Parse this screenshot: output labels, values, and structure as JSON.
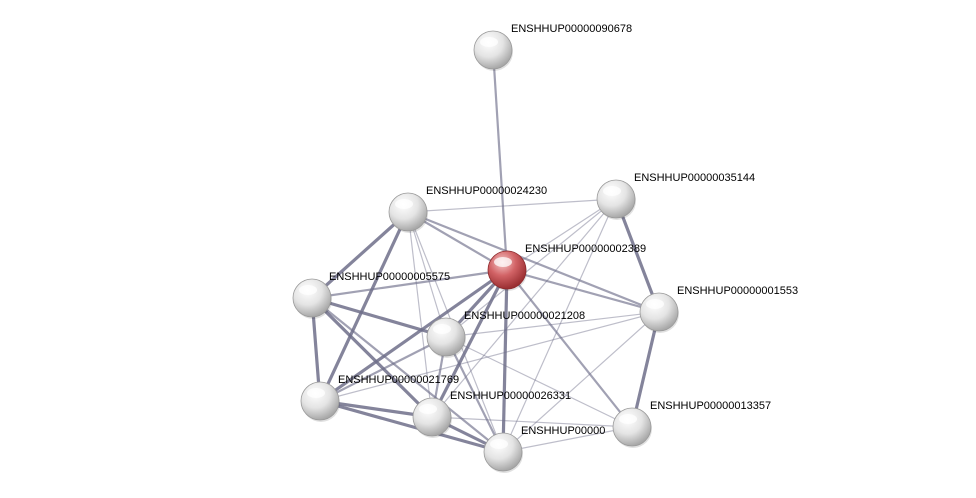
{
  "network": {
    "query_node": "ENSHHUP00000002389",
    "nodes": [
      {
        "id": "ENSHHUP00000090678",
        "label": "ENSHHUP00000090678",
        "query": false
      },
      {
        "id": "ENSHHUP00000024230",
        "label": "ENSHHUP00000024230",
        "query": false
      },
      {
        "id": "ENSHHUP00000035144",
        "label": "ENSHHUP00000035144",
        "query": false
      },
      {
        "id": "ENSHHUP00000002389",
        "label": "ENSHHUP00000002389",
        "query": true
      },
      {
        "id": "ENSHHUP00000005575",
        "label": "ENSHHUP00000005575",
        "query": false
      },
      {
        "id": "ENSHHUP00000001553",
        "label": "ENSHHUP00000001553",
        "query": false
      },
      {
        "id": "ENSHHUP00000021208",
        "label": "ENSHHUP00000021208",
        "query": false
      },
      {
        "id": "ENSHHUP00000021769",
        "label": "ENSHHUP00000021769",
        "query": false
      },
      {
        "id": "ENSHHUP00000026331",
        "label": "ENSHHUP00000026331",
        "query": false
      },
      {
        "id": "ENSHHUP00000013357",
        "label": "ENSHHUP00000013357",
        "query": false
      },
      {
        "id": "ENSHHUP00000XXXXX",
        "label": "ENSHHUP00000",
        "query": false
      }
    ],
    "edges": [
      {
        "source": "ENSHHUP00000090678",
        "target": "ENSHHUP00000002389",
        "strength": "medium"
      },
      {
        "source": "ENSHHUP00000024230",
        "target": "ENSHHUP00000035144",
        "strength": "weak"
      },
      {
        "source": "ENSHHUP00000024230",
        "target": "ENSHHUP00000002389",
        "strength": "medium"
      },
      {
        "source": "ENSHHUP00000024230",
        "target": "ENSHHUP00000005575",
        "strength": "strong"
      },
      {
        "source": "ENSHHUP00000024230",
        "target": "ENSHHUP00000001553",
        "strength": "medium"
      },
      {
        "source": "ENSHHUP00000024230",
        "target": "ENSHHUP00000021208",
        "strength": "weak"
      },
      {
        "source": "ENSHHUP00000024230",
        "target": "ENSHHUP00000021769",
        "strength": "strong"
      },
      {
        "source": "ENSHHUP00000024230",
        "target": "ENSHHUP00000026331",
        "strength": "weak"
      },
      {
        "source": "ENSHHUP00000024230",
        "target": "ENSHHUP00000XXXXX",
        "strength": "weak"
      },
      {
        "source": "ENSHHUP00000035144",
        "target": "ENSHHUP00000002389",
        "strength": "weak"
      },
      {
        "source": "ENSHHUP00000035144",
        "target": "ENSHHUP00000001553",
        "strength": "strong"
      },
      {
        "source": "ENSHHUP00000035144",
        "target": "ENSHHUP00000021208",
        "strength": "weak"
      },
      {
        "source": "ENSHHUP00000035144",
        "target": "ENSHHUP00000026331",
        "strength": "weak"
      },
      {
        "source": "ENSHHUP00000035144",
        "target": "ENSHHUP00000XXXXX",
        "strength": "weak"
      },
      {
        "source": "ENSHHUP00000002389",
        "target": "ENSHHUP00000005575",
        "strength": "medium"
      },
      {
        "source": "ENSHHUP00000002389",
        "target": "ENSHHUP00000001553",
        "strength": "medium"
      },
      {
        "source": "ENSHHUP00000002389",
        "target": "ENSHHUP00000021208",
        "strength": "strong"
      },
      {
        "source": "ENSHHUP00000002389",
        "target": "ENSHHUP00000021769",
        "strength": "strong"
      },
      {
        "source": "ENSHHUP00000002389",
        "target": "ENSHHUP00000026331",
        "strength": "strong"
      },
      {
        "source": "ENSHHUP00000002389",
        "target": "ENSHHUP00000013357",
        "strength": "medium"
      },
      {
        "source": "ENSHHUP00000002389",
        "target": "ENSHHUP00000XXXXX",
        "strength": "strong"
      },
      {
        "source": "ENSHHUP00000005575",
        "target": "ENSHHUP00000021208",
        "strength": "strong"
      },
      {
        "source": "ENSHHUP00000005575",
        "target": "ENSHHUP00000021769",
        "strength": "strong"
      },
      {
        "source": "ENSHHUP00000005575",
        "target": "ENSHHUP00000026331",
        "strength": "strong"
      },
      {
        "source": "ENSHHUP00000005575",
        "target": "ENSHHUP00000XXXXX",
        "strength": "medium"
      },
      {
        "source": "ENSHHUP00000001553",
        "target": "ENSHHUP00000021208",
        "strength": "weak"
      },
      {
        "source": "ENSHHUP00000001553",
        "target": "ENSHHUP00000021769",
        "strength": "weak"
      },
      {
        "source": "ENSHHUP00000001553",
        "target": "ENSHHUP00000013357",
        "strength": "strong"
      },
      {
        "source": "ENSHHUP00000001553",
        "target": "ENSHHUP00000XXXXX",
        "strength": "weak"
      },
      {
        "source": "ENSHHUP00000021208",
        "target": "ENSHHUP00000021769",
        "strength": "medium"
      },
      {
        "source": "ENSHHUP00000021208",
        "target": "ENSHHUP00000026331",
        "strength": "medium"
      },
      {
        "source": "ENSHHUP00000021208",
        "target": "ENSHHUP00000013357",
        "strength": "weak"
      },
      {
        "source": "ENSHHUP00000021208",
        "target": "ENSHHUP00000XXXXX",
        "strength": "medium"
      },
      {
        "source": "ENSHHUP00000021769",
        "target": "ENSHHUP00000026331",
        "strength": "strong"
      },
      {
        "source": "ENSHHUP00000021769",
        "target": "ENSHHUP00000XXXXX",
        "strength": "strong"
      },
      {
        "source": "ENSHHUP00000026331",
        "target": "ENSHHUP00000XXXXX",
        "strength": "strong"
      },
      {
        "source": "ENSHHUP00000013357",
        "target": "ENSHHUP00000XXXXX",
        "strength": "weak"
      },
      {
        "source": "ENSHHUP00000013357",
        "target": "ENSHHUP00000026331",
        "strength": "weak"
      }
    ],
    "colors": {
      "query_node": "#cc4b4e",
      "node": "#e6e6e6",
      "edge": "#6e6e8a",
      "label": "#000000",
      "background": "#ffffff"
    }
  }
}
